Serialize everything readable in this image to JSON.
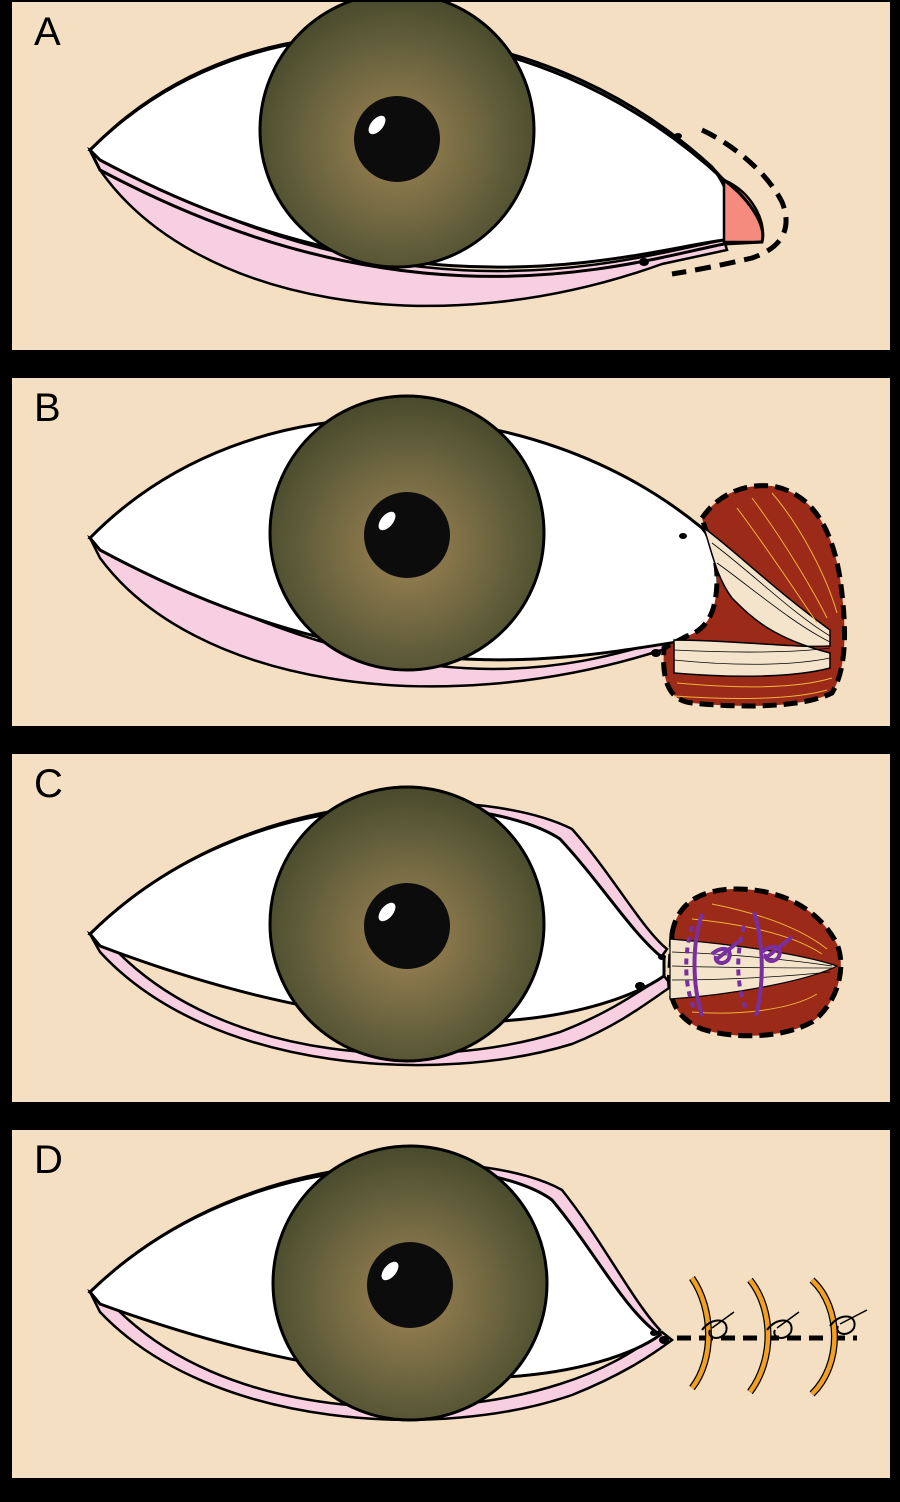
{
  "panels": [
    {
      "label": "A"
    },
    {
      "label": "B"
    },
    {
      "label": "C"
    },
    {
      "label": "D"
    }
  ],
  "colors": {
    "background": "#f4dfc3",
    "sclera": "#ffffff",
    "eyelid_margin": "#f8cfe0",
    "caruncle": "#f58a7e",
    "iris_outer": "#4e5030",
    "iris_inner": "#9c8052",
    "pupil": "#0c0c0c",
    "muscle": "#9c2a18",
    "tendon": "#f3e4cb",
    "suture_purple": "#7a2fa0",
    "suture_orange": "#f2a024"
  }
}
